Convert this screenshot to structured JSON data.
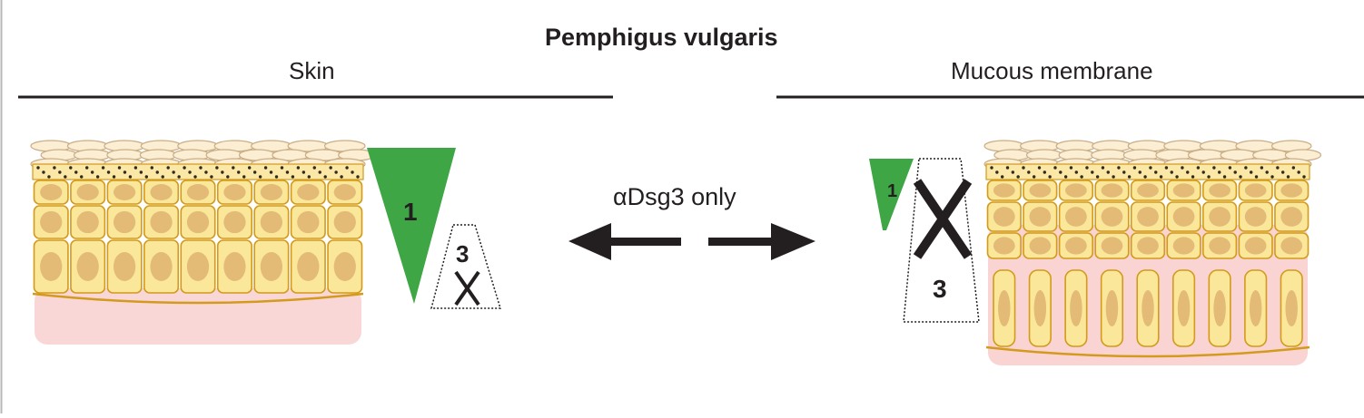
{
  "diagram": {
    "title": "Pemphigus vulgaris",
    "panels": [
      {
        "label": "Skin",
        "dsg1_label": "1",
        "dsg3_label": "3",
        "dsg3_mark": "X"
      },
      {
        "label": "Mucous membrane",
        "dsg1_label": "1",
        "dsg3_label": "3",
        "dsg3_mark": "X"
      }
    ],
    "center_arrow_label": "αDsg3 only",
    "colors": {
      "dsg1_green": "#3fa646",
      "cell_fill": "#fbe79a",
      "nucleus": "#e3bb77",
      "cell_outline": "#d39a1c",
      "basal_pink": "#f7c9c8",
      "granular_dots": "#2e2a1e",
      "arrow": "#231f20"
    }
  }
}
